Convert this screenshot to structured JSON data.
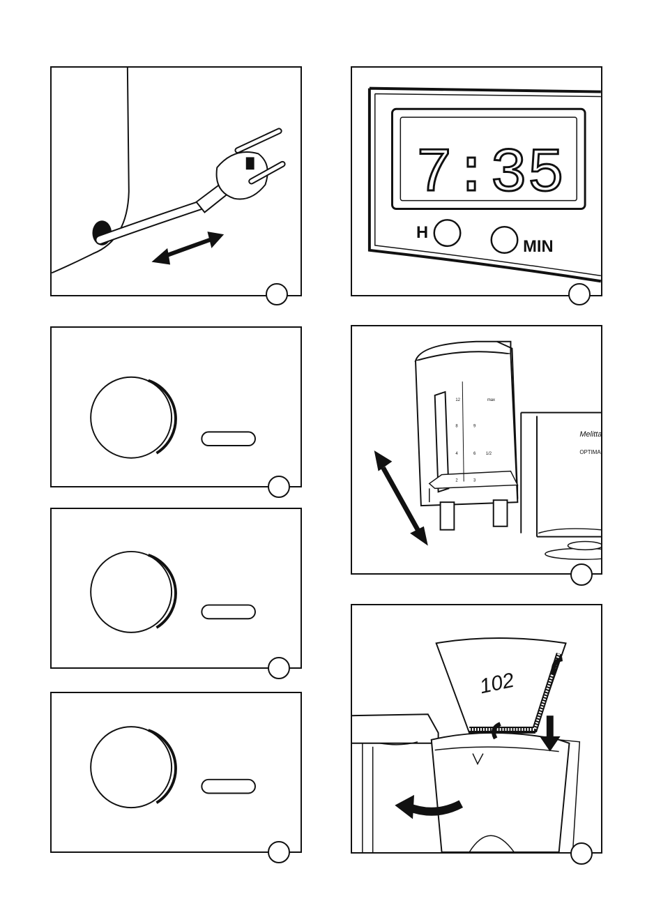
{
  "panel_clock": {
    "time": "7:35",
    "hour_label": "H",
    "minute_label": "MIN"
  },
  "panel_carafe": {
    "scale_max": "max",
    "scale_12": "12",
    "scale_8": "8",
    "scale_4": "4",
    "scale_2": "2",
    "scale_9": "9",
    "scale_6": "6",
    "scale_3": "3",
    "scale_half": "1/2",
    "brand_script": "Melitta",
    "brand_model": "OPTIMA"
  },
  "panel_filter": {
    "filter_size": "102"
  }
}
